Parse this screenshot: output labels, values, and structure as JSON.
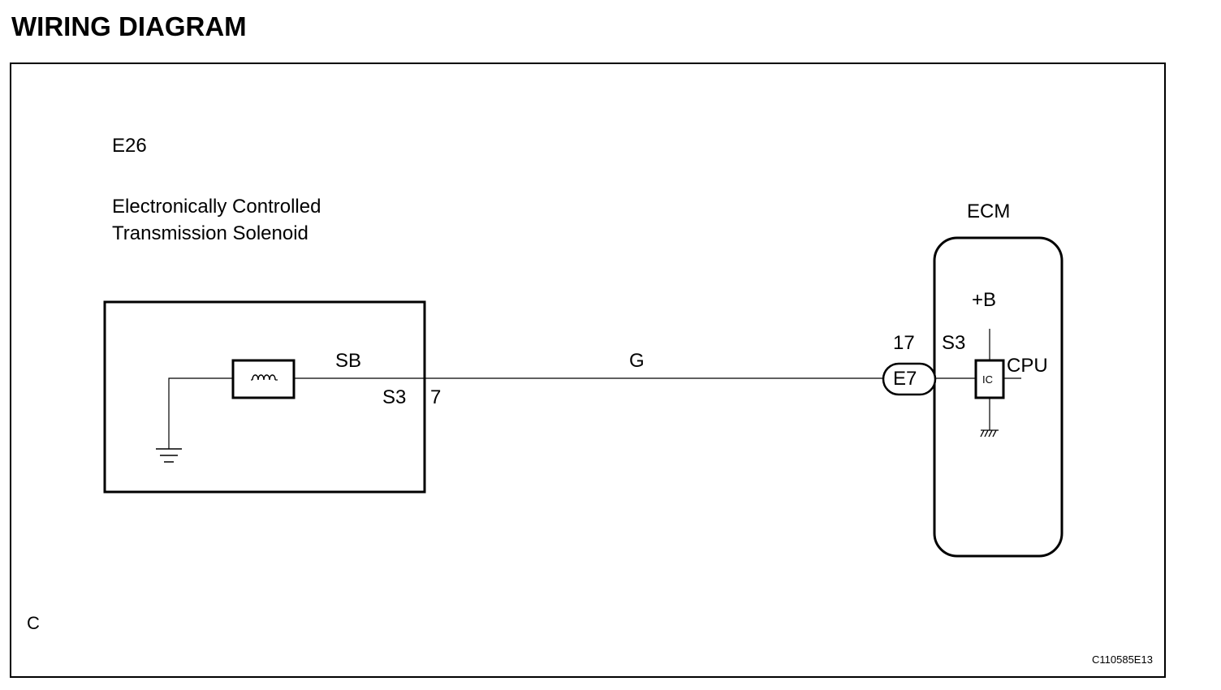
{
  "header": {
    "title": "WIRING DIAGRAM"
  },
  "solenoid": {
    "connector": "E26",
    "name_line1": "Electronically Controlled",
    "name_line2": "Transmission Solenoid",
    "coil_terminal": "SB",
    "pin_name": "S3",
    "pin_number": "7",
    "coil_icon": "solenoid-coil-icon",
    "ground_icon": "ground-icon"
  },
  "wire": {
    "color_code": "G"
  },
  "ecm": {
    "name": "ECM",
    "connector": "E7",
    "pin_number": "17",
    "pin_name": "S3",
    "power": "+B",
    "ic_label": "IC",
    "cpu_label": "CPU",
    "ground_icon": "chassis-ground-icon"
  },
  "footer": {
    "corner_letter": "C",
    "figure_code": "C110585E13"
  }
}
